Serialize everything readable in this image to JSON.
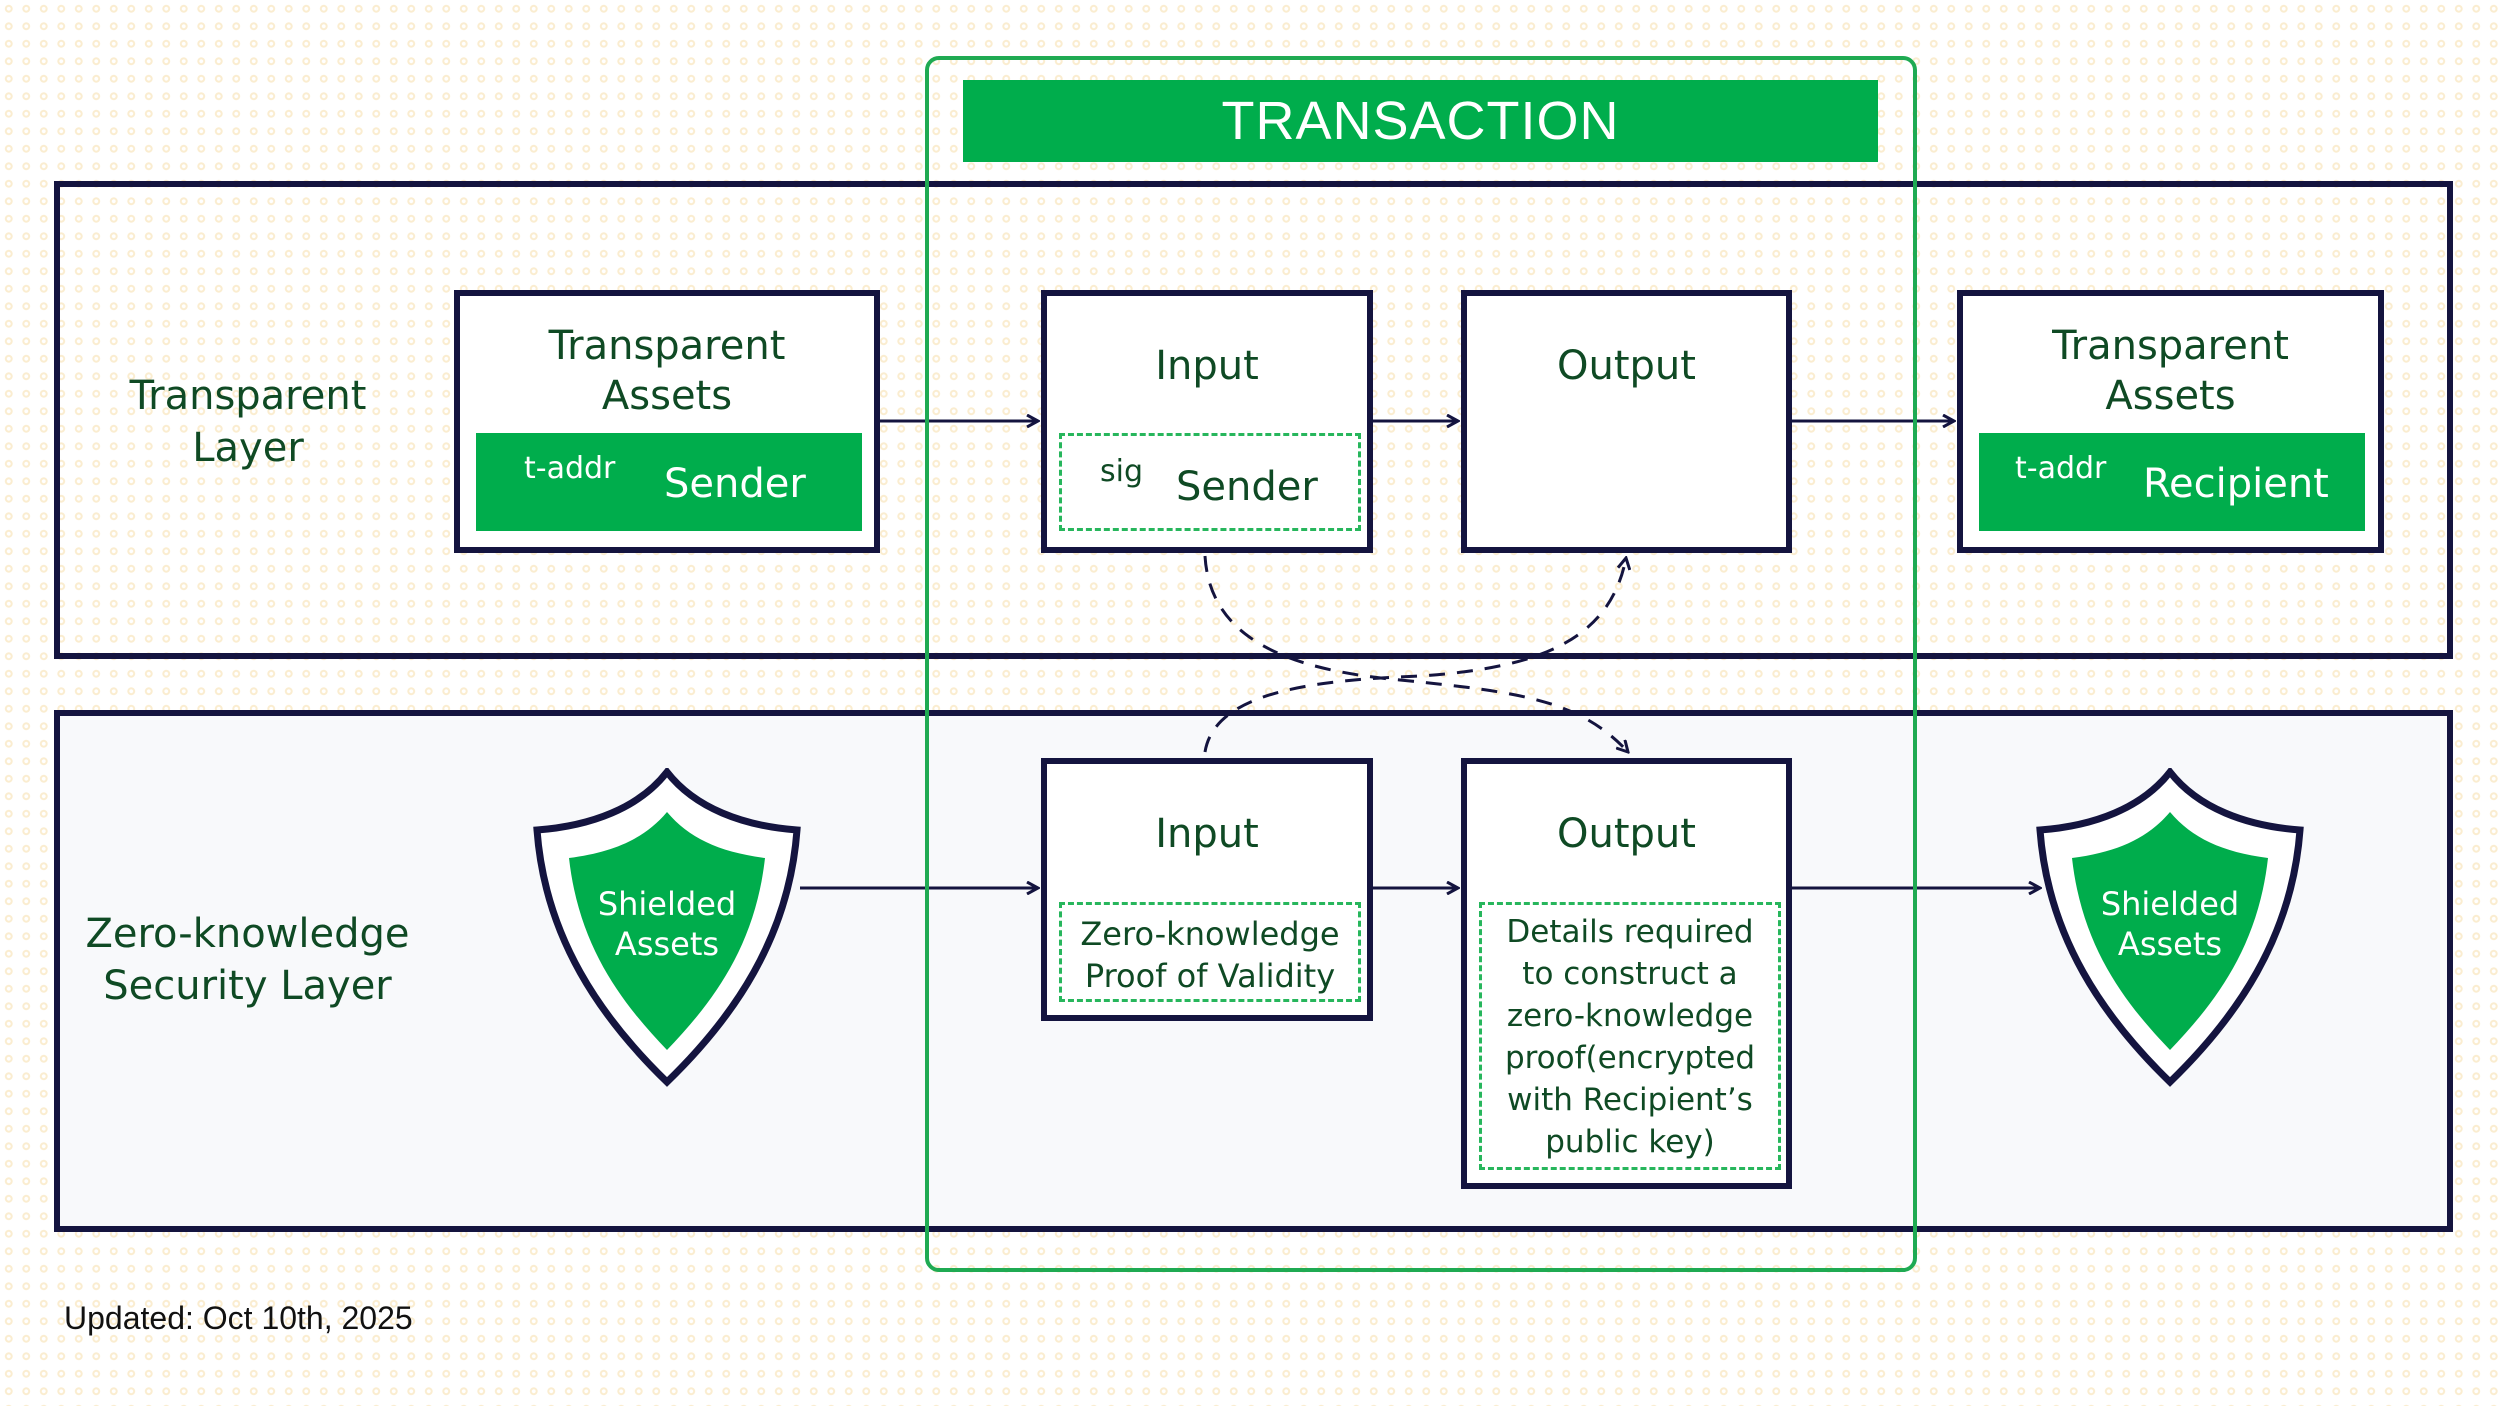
{
  "title": "TRANSACTION",
  "layers": {
    "transparent": {
      "label_line1": "Transparent",
      "label_line2": "Layer"
    },
    "zk": {
      "label_line1": "Zero-knowledge",
      "label_line2": "Security Layer"
    }
  },
  "transparent_row": {
    "sender_assets": {
      "title_line1": "Transparent",
      "title_line2": "Assets",
      "addr_label": "t-addr",
      "role": "Sender"
    },
    "input": {
      "title": "Input",
      "sig_label": "sig",
      "sig_role": "Sender"
    },
    "output": {
      "title": "Output"
    },
    "recipient_assets": {
      "title_line1": "Transparent",
      "title_line2": "Assets",
      "addr_label": "t-addr",
      "role": "Recipient"
    }
  },
  "zk_row": {
    "left_shield": {
      "line1": "Shielded",
      "line2": "Assets"
    },
    "input": {
      "title": "Input",
      "detail_line1": "Zero-knowledge",
      "detail_line2": "Proof of Validity"
    },
    "output": {
      "title": "Output",
      "detail_lines": [
        "Details required",
        "to construct a",
        "zero-knowledge",
        "proof(encrypted",
        "with Recipient’s",
        "public key)"
      ]
    },
    "right_shield": {
      "line1": "Shielded",
      "line2": "Assets"
    }
  },
  "footer": {
    "updated": "Updated: Oct 10th, 2025"
  },
  "colors": {
    "accent_green": "#00ad4c",
    "frame_green": "#1faa52",
    "dashed_green": "#27b65c",
    "navy": "#14143f",
    "text_green": "#0f4a24"
  }
}
